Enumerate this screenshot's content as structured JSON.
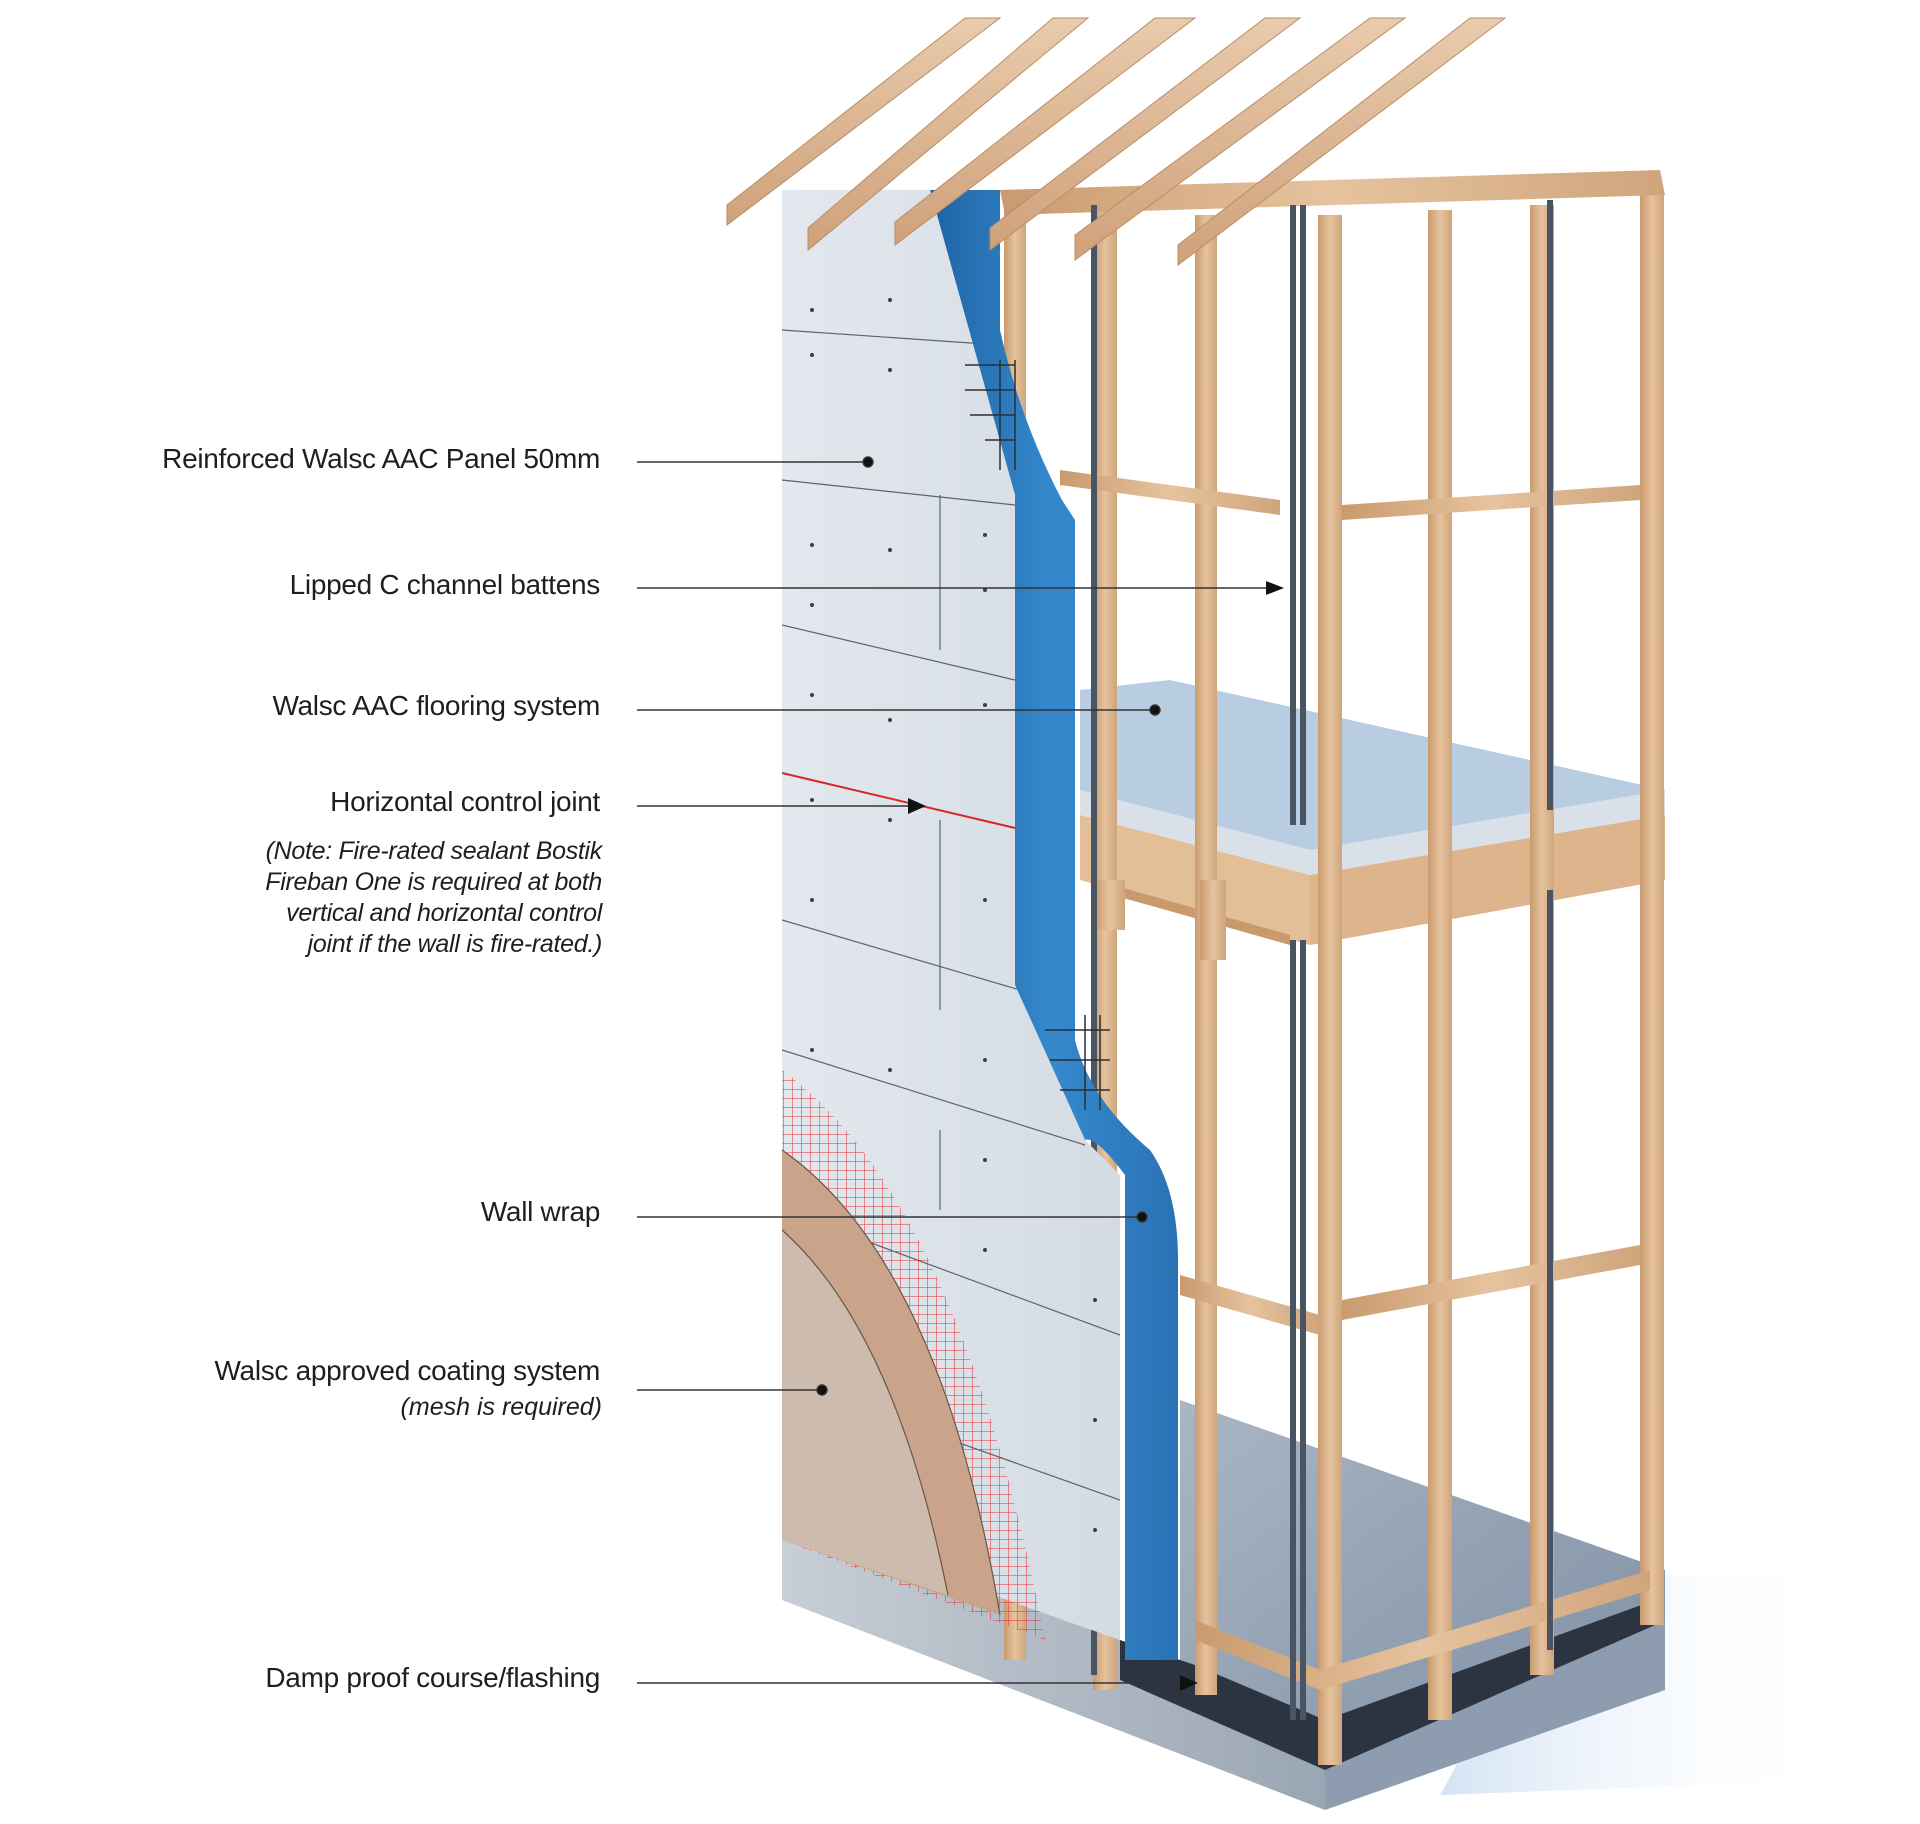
{
  "diagram": {
    "subject": "Timber frame wall with Walsc AAC panel cladding – layered cutaway",
    "colors": {
      "aac_panel": "#dfe5ec",
      "wall_wrap": "#2f7fc1",
      "timber": "#ddb48c",
      "steel_batten": "#4a5563",
      "mesh": "#e8333a",
      "coating_base": "#c9a48a",
      "coating_finish": "#cdbcae",
      "concrete": "#b9c2cc",
      "flashing": "#2b3440",
      "control_joint": "#d62828",
      "leader": "#333333"
    }
  },
  "callouts": [
    {
      "id": "aac-panel",
      "label": "Reinforced Walsc AAC Panel 50mm",
      "marker": "dot"
    },
    {
      "id": "battens",
      "label": "Lipped C channel battens",
      "marker": "arrow"
    },
    {
      "id": "flooring",
      "label": "Walsc AAC flooring system",
      "marker": "dot"
    },
    {
      "id": "control-joint",
      "label": "Horizontal control joint",
      "marker": "arrow",
      "note": [
        "(Note: Fire-rated sealant Bostik",
        "Fireban One is required at both",
        "vertical and horizontal control",
        "joint if the wall is fire-rated.)"
      ]
    },
    {
      "id": "wall-wrap",
      "label": "Wall wrap",
      "marker": "dot"
    },
    {
      "id": "coating",
      "label": "Walsc approved coating system",
      "sublabel": "(mesh is required)",
      "marker": "dot"
    },
    {
      "id": "dpc",
      "label": "Damp proof course/flashing",
      "marker": "arrow"
    }
  ]
}
